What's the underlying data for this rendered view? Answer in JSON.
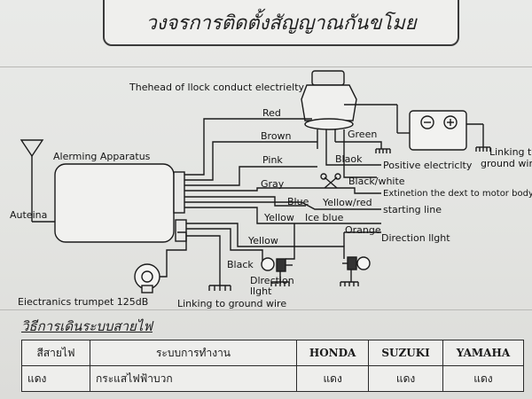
{
  "title": "วงจรการติดตั้งสัญญาณกันขโมย",
  "diagram": {
    "lock_head": "Thehead of llock conduct electrielty",
    "alarm_unit": "Alerming Apparatus",
    "antenna": "Auteina",
    "trumpet": "Eiectranics trumpet 125dB",
    "ground_main": "Linking to ground wire",
    "ground_battery": "Linking to ground wire",
    "positive": "Positive electriclty",
    "extinction": "Extinetion the dext to motor body",
    "starting": "starting line",
    "direction_right": "Direction llght",
    "direction_left": "Dlrection llght",
    "wires": {
      "red": "Red",
      "brown": "Brown",
      "green": "Green",
      "pink": "Pink",
      "black1": "Blaok",
      "gray": "Gray",
      "black_white": "Black/white",
      "blue": "Blue",
      "yellow_red": "Yellow/red",
      "yellow1": "Yellow",
      "ice_blue": "Ice blue",
      "orange": "Orange",
      "yellow2": "Yellow",
      "black2": "Black"
    }
  },
  "section_title": "วิธีการเดินระบบสายไฟ",
  "table": {
    "headers": [
      "สีสายไฟ",
      "ระบบการทำงาน",
      "HONDA",
      "SUZUKI",
      "YAMAHA"
    ],
    "rows": [
      [
        "แดง",
        "กระแสไฟฟ้าบวก",
        "แดง",
        "แดง",
        "แดง"
      ]
    ]
  }
}
